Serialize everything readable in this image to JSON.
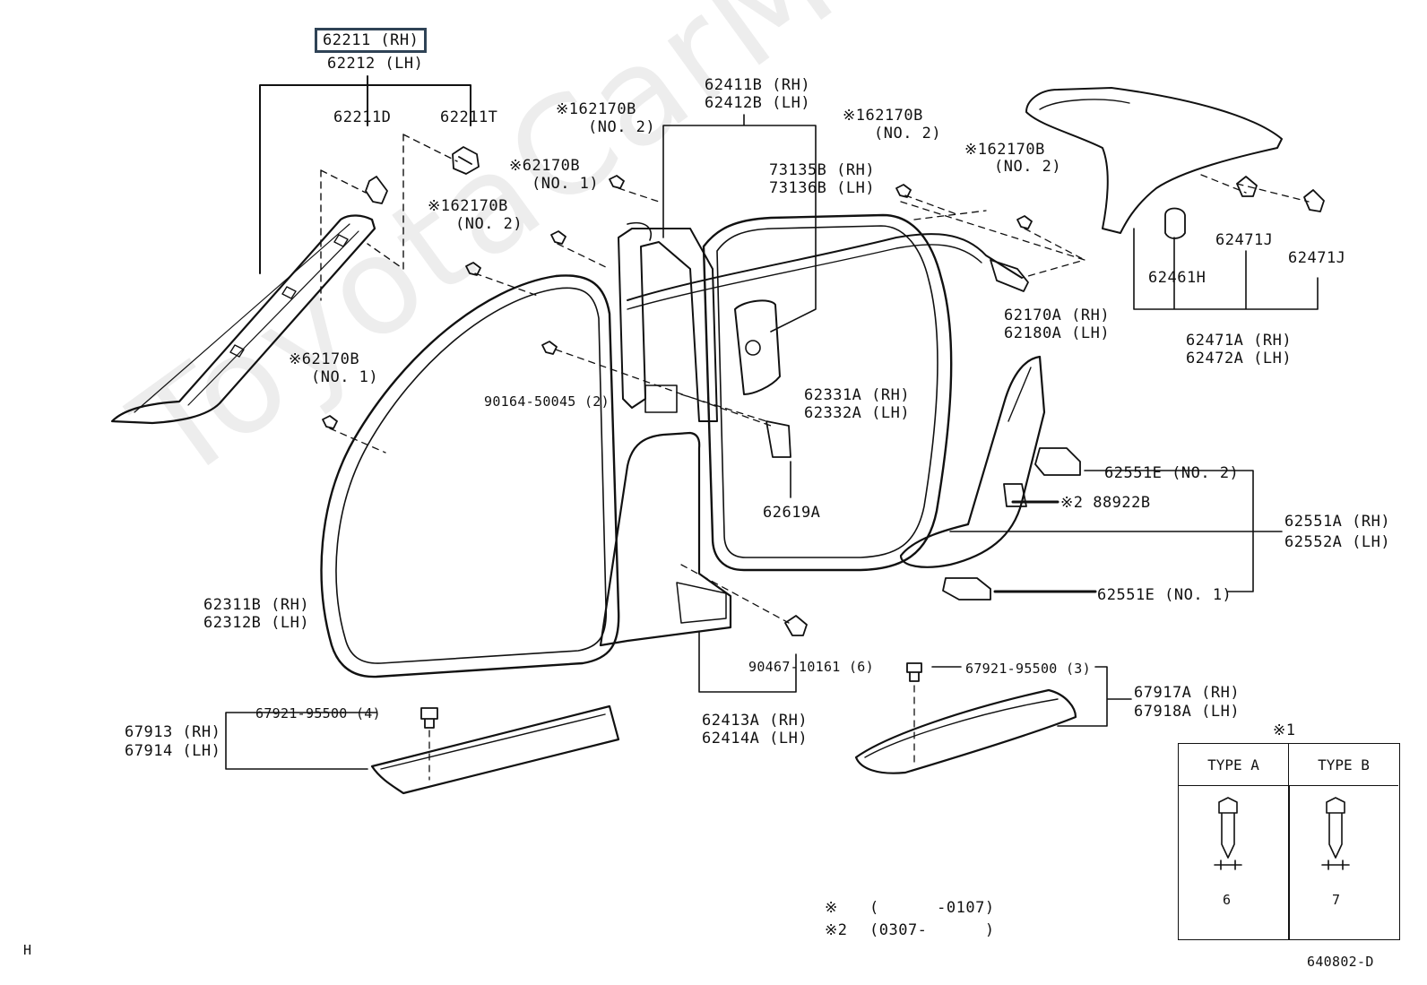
{
  "watermark": "ToyotaCarMirror.ru",
  "highlighted_part": "62211 (RH)",
  "labels": {
    "p62212": "62212 (LH)",
    "p62211D": "62211D",
    "p62211T": "62211T",
    "p162170B_a": "※162170B",
    "p162170B_a_no": "(NO. 2)",
    "p62170B_a": "※62170B",
    "p62170B_a_no": "(NO. 1)",
    "p162170B_b": "※162170B",
    "p162170B_b_no": "(NO. 2)",
    "p62411B": "62411B (RH)",
    "p62412B": "62412B (LH)",
    "p73135B": "73135B (RH)",
    "p73136B": "73136B (LH)",
    "p162170B_c": "※162170B",
    "p162170B_c_no": "(NO. 2)",
    "p162170B_d": "※162170B",
    "p162170B_d_no": "(NO. 2)",
    "p62471J_a": "62471J",
    "p62471J_b": "62471J",
    "p62461H": "62461H",
    "p62170A": "62170A (RH)",
    "p62180A": "62180A (LH)",
    "p62471A": "62471A (RH)",
    "p62472A": "62472A (LH)",
    "p62170B_b": "※62170B",
    "p62170B_b_no": "(NO. 1)",
    "p90164": "90164-50045 (2)",
    "p62331A": "62331A (RH)",
    "p62332A": "62332A (LH)",
    "p62551E_2": "62551E (NO. 2)",
    "p88922B": "※2 88922B",
    "p62619A": "62619A",
    "p62551A": "62551A (RH)",
    "p62552A": "62552A (LH)",
    "p62551E_1": "62551E (NO. 1)",
    "p62311B": "62311B (RH)",
    "p62312B": "62312B (LH)",
    "p90467": "90467-10161 (6)",
    "p67921_a": "67921-95500 (3)",
    "p67917A": "67917A (RH)",
    "p67918A": "67918A (LH)",
    "p67921_b": "67921-95500 (4)",
    "p67913": "67913 (RH)",
    "p67914": "67914 (LH)",
    "p62413A": "62413A (RH)",
    "p62414A": "62414A (LH)"
  },
  "type_table": {
    "marker": "※1",
    "col_a": "TYPE A",
    "col_b": "TYPE B",
    "dim_a": "6",
    "dim_b": "7"
  },
  "legend": {
    "note1_mark": "※",
    "note1_range": "(      -0107)",
    "note2_mark": "※2",
    "note2_range": "(0307-      )"
  },
  "corner_left": "H",
  "diagram_code": "640802-D"
}
